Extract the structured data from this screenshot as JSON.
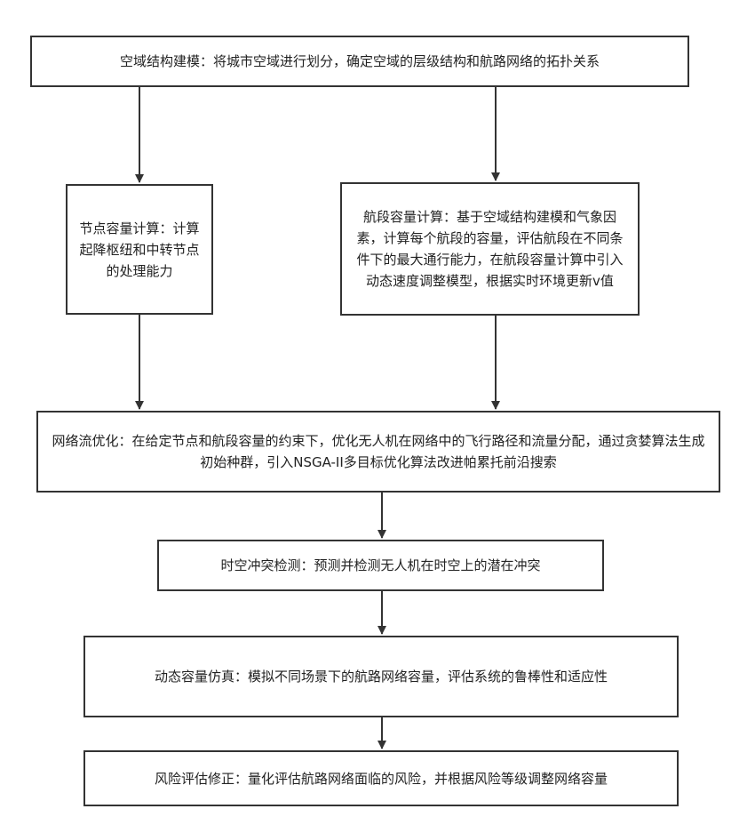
{
  "nodes": {
    "airspace_modeling": "空域结构建模：将城市空域进行划分，确定空域的层级结构和航路网络的拓扑关系",
    "node_capacity": "节点容量计算：计算起降枢纽和中转节点的处理能力",
    "segment_capacity": "航段容量计算：基于空域结构建模和气象因素，计算每个航段的容量，评估航段在不同条件下的最大通行能力，在航段容量计算中引入动态速度调整模型，根据实时环境更新v值",
    "network_flow_opt": "网络流优化：在给定节点和航段容量的约束下，优化无人机在网络中的飞行路径和流量分配，通过贪婪算法生成初始种群，引入NSGA-II多目标优化算法改进帕累托前沿搜索",
    "conflict_detection": "时空冲突检测：预测并检测无人机在时空上的潜在冲突",
    "dynamic_simulation": "动态容量仿真：模拟不同场景下的航路网络容量，评估系统的鲁棒性和适应性",
    "risk_assessment": "风险评估修正：量化评估航路网络面临的风险，并根据风险等级调整网络容量"
  }
}
